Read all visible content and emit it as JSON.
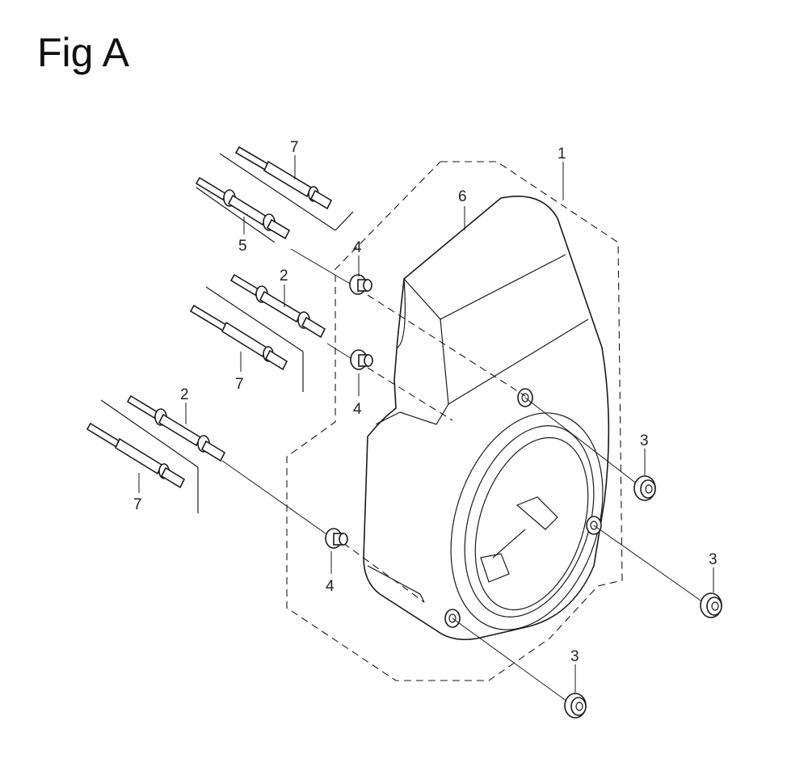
{
  "figure": {
    "title": "Fig A",
    "callouts": {
      "c1": "1",
      "c2a": "2",
      "c2b": "2",
      "c3a": "3",
      "c3b": "3",
      "c3c": "3",
      "c4a": "4",
      "c4b": "4",
      "c4c": "4",
      "c5": "5",
      "c6": "6",
      "c7a": "7",
      "c7b": "7",
      "c7c": "7"
    }
  }
}
